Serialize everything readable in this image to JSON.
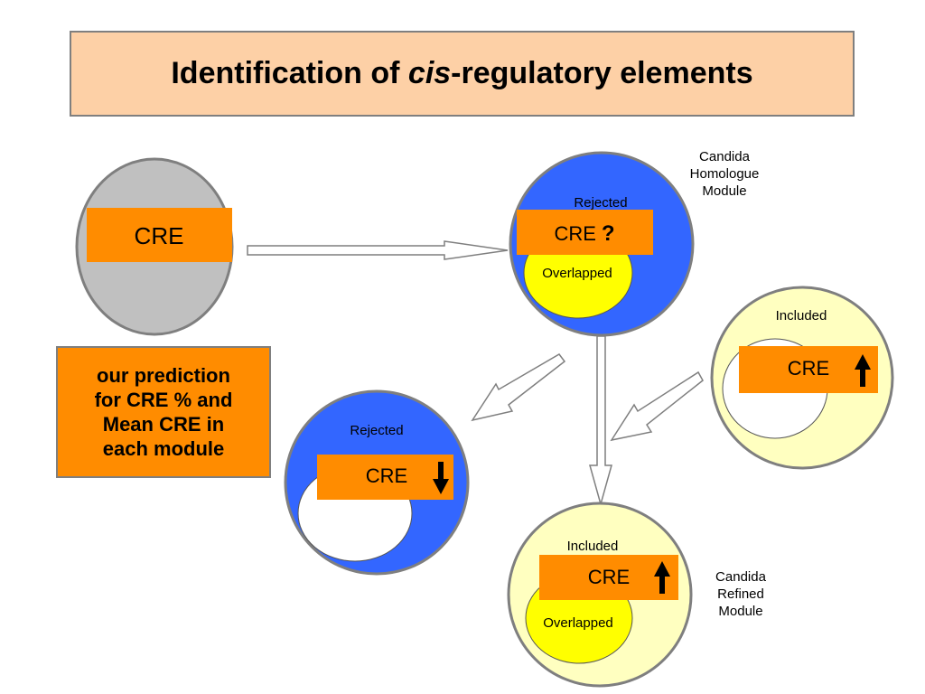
{
  "title": {
    "prefix": "Identification of ",
    "italic": "cis",
    "suffix": "-regulatory elements"
  },
  "note": {
    "lines": [
      "our prediction",
      "for CRE % and",
      "Mean CRE in",
      "each module"
    ]
  },
  "modules": {
    "source": {
      "box_label": "CRE"
    },
    "homologue": {
      "caption": [
        "Candida",
        "Homologue",
        "Module"
      ],
      "rejected_label": "Rejected",
      "overlapped_label": "Overlapped",
      "box_label": "CRE",
      "box_mark": "?"
    },
    "included": {
      "region_label": "Included",
      "box_label": "CRE",
      "indicator": "up-arrow-icon"
    },
    "rejected": {
      "region_label": "Rejected",
      "box_label": "CRE",
      "indicator": "down-arrow-icon"
    },
    "refined": {
      "caption": [
        "Candida",
        "Refined",
        "Module"
      ],
      "included_label": "Included",
      "overlapped_label": "Overlapped",
      "box_label": "CRE",
      "indicator": "up-arrow-icon"
    }
  },
  "colors": {
    "title_bg": "#fdd0a6",
    "orange": "#ff8c00",
    "blue": "#3366ff",
    "yellow": "#ffff00",
    "light_yellow": "#ffffc0",
    "gray": "#c0c0c0",
    "outline": "#7f7f7f"
  }
}
